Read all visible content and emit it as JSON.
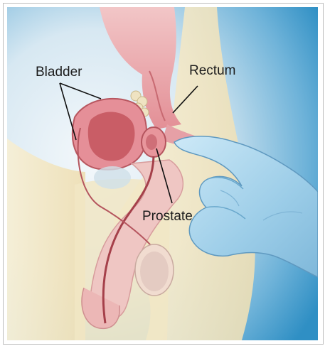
{
  "diagram": {
    "labels": {
      "bladder": "Bladder",
      "rectum": "Rectum",
      "prostate": "Prostate"
    },
    "colors": {
      "background_light": "#e8f1f7",
      "background_blue": "#3a97c8",
      "skin": "#f4e7c6",
      "organ_pink": "#e79a9e",
      "organ_dark": "#c25a62",
      "glove": "#9fd0ea",
      "glove_dark": "#6aa8cc",
      "leader_line": "#111111"
    }
  }
}
